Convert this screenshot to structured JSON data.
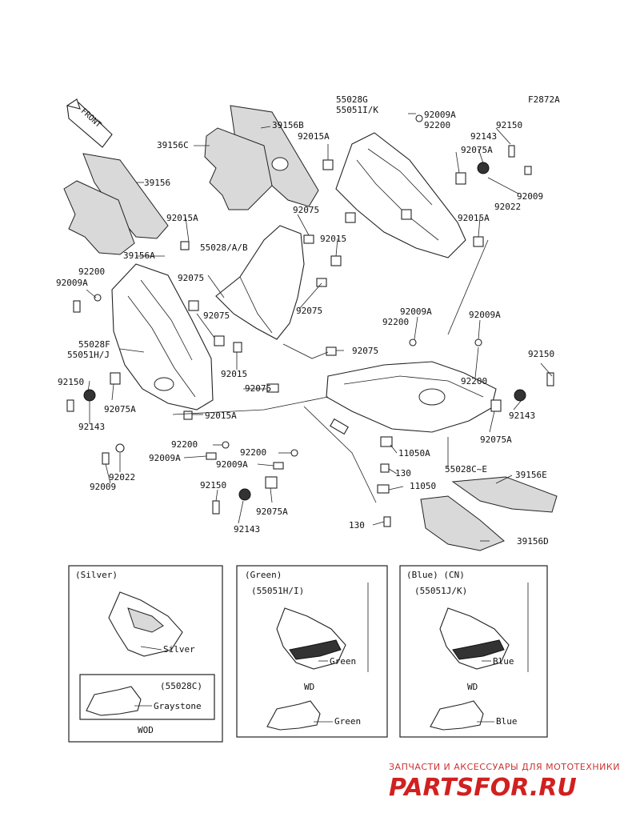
{
  "figure_code": "F2872A",
  "direction_label": "FRONT",
  "callouts": {
    "c55028G": "55028G",
    "c55051IK": "55051I/K",
    "c92009A_1": "92009A",
    "c92200_1": "92200",
    "c92150_1": "92150",
    "c92143_1": "92143",
    "c92075A_1": "92075A",
    "c92009_1": "92009",
    "c92022_1": "92022",
    "c92015A_1": "92015A",
    "c39156B": "39156B",
    "c39156C": "39156C",
    "c92015A_2": "92015A",
    "c39156": "39156",
    "c92015A_3": "92015A",
    "c39156A": "39156A",
    "c92075_1": "92075",
    "c92015_1": "92015",
    "c55028AB": "55028/A/B",
    "c92200_2": "92200",
    "c92009A_2": "92009A",
    "c92075_2": "92075",
    "c92075_3": "92075",
    "c92075_4": "92075",
    "c92015_2": "92015",
    "c55028F": "55028F",
    "c55051HJ": "55051H/J",
    "c92150_2": "92150",
    "c92075A_2": "92075A",
    "c92143_2": "92143",
    "c92075_5": "92075",
    "c92015A_4": "92015A",
    "c92009A_3": "92009A",
    "c92200_3": "92200",
    "c92075_6": "92075",
    "c92009A_4": "92009A",
    "c92200_4": "92200",
    "c92150_3": "92150",
    "c92143_3": "92143",
    "c92075A_3": "92075A",
    "c92200_5": "92200",
    "c92009A_5": "92009A",
    "c92200_6": "92200",
    "c92009A_6": "92009A",
    "c11050A": "11050A",
    "c130_1": "130",
    "c55028CE": "55028C~E",
    "c39156E": "39156E",
    "c92022_2": "92022",
    "c92009_2": "92009",
    "c92150_4": "92150",
    "c92143_4": "92143",
    "c92075A_4": "92075A",
    "c11050": "11050",
    "c130_2": "130",
    "c39156D": "39156D"
  },
  "variants": {
    "silver": {
      "header": "(Silver)",
      "color_label": "Silver",
      "sub_part": "(55028C)",
      "sub_color": "Graystone",
      "footer": "WOD"
    },
    "green": {
      "header": "(Green)",
      "part": "(55051H/I)",
      "color_label": "Green",
      "mid_label": "WD",
      "sub_color": "Green"
    },
    "blue": {
      "header": "(Blue) (CN)",
      "part": "(55051J/K)",
      "color_label": "Blue",
      "mid_label": "WD",
      "sub_color": "Blue"
    }
  },
  "watermark": {
    "tagline": "ЗАПЧАСТИ И АКСЕССУАРЫ ДЛЯ МОТОТЕХНИКИ",
    "logo": "PARTSFOR.RU"
  },
  "colors": {
    "line": "#222222",
    "shade": "#d9d9d9",
    "watermark": "#d12020"
  }
}
